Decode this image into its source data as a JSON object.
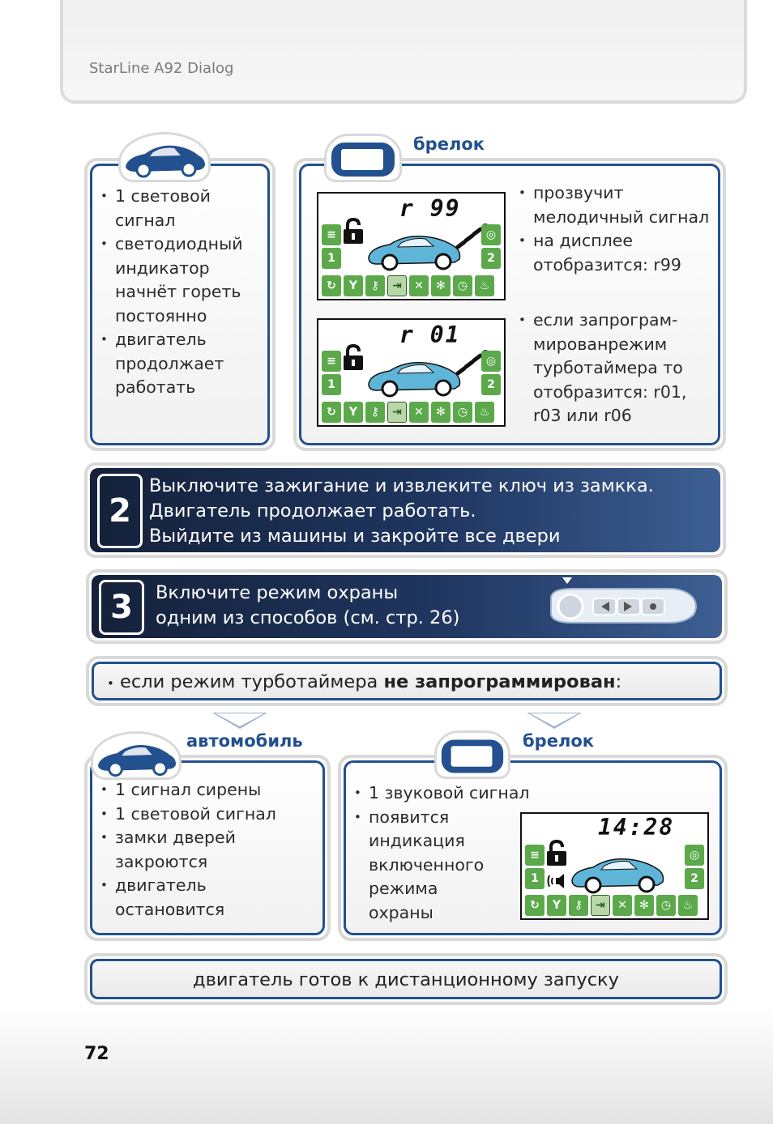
{
  "header": {
    "title": "StarLine A92 Dialog"
  },
  "car_section": {
    "icon": "car-icon",
    "bullets": [
      "1 световой сигнал",
      "светодиодный индикатор начнёт гореть постоянно",
      "двигатель продолжает работать"
    ]
  },
  "fob_section": {
    "label": "брелок",
    "icon": "key-fob-icon",
    "display1_code": "r 99",
    "display2_code": "r 01",
    "bullets_a": [
      "прозвучит мелодичный сигнал",
      "на дисплее отобразится:   r99"
    ],
    "bullets_b": [
      "если запрограм-мированрежим турботаймера то отобразится: r01, r03 или r06"
    ]
  },
  "step2": {
    "number": "2",
    "lines": [
      "Выключите зажигание и извлеките ключ из замкка.",
      "Двигатель продолжает работать.",
      "Выйдите из машины и закройте все двери"
    ]
  },
  "step3": {
    "number": "3",
    "lines": [
      "Включите режим охраны",
      "одним из способов (см. стр. 26)"
    ]
  },
  "condition": {
    "prefix": "если режим турботаймера ",
    "bold": "не запрограммирован",
    "suffix": ":"
  },
  "car_result": {
    "label": "автомобиль",
    "bullets": [
      "1 сигнал сирены",
      "1 световой сигнал",
      "замки дверей закроются",
      "двигатель остановится"
    ]
  },
  "fob_result": {
    "label": "брелок",
    "bullets": [
      "1 звуковой сигнал",
      "появится индикация включенного режима охраны"
    ],
    "time": "14:28"
  },
  "footer_note": "двигатель готов к дистанционному запуску",
  "page_number": "72",
  "colors": {
    "brand_blue": "#23508f",
    "lcd_green": "#5ba94a",
    "car_blue": "#5fb5d8"
  }
}
